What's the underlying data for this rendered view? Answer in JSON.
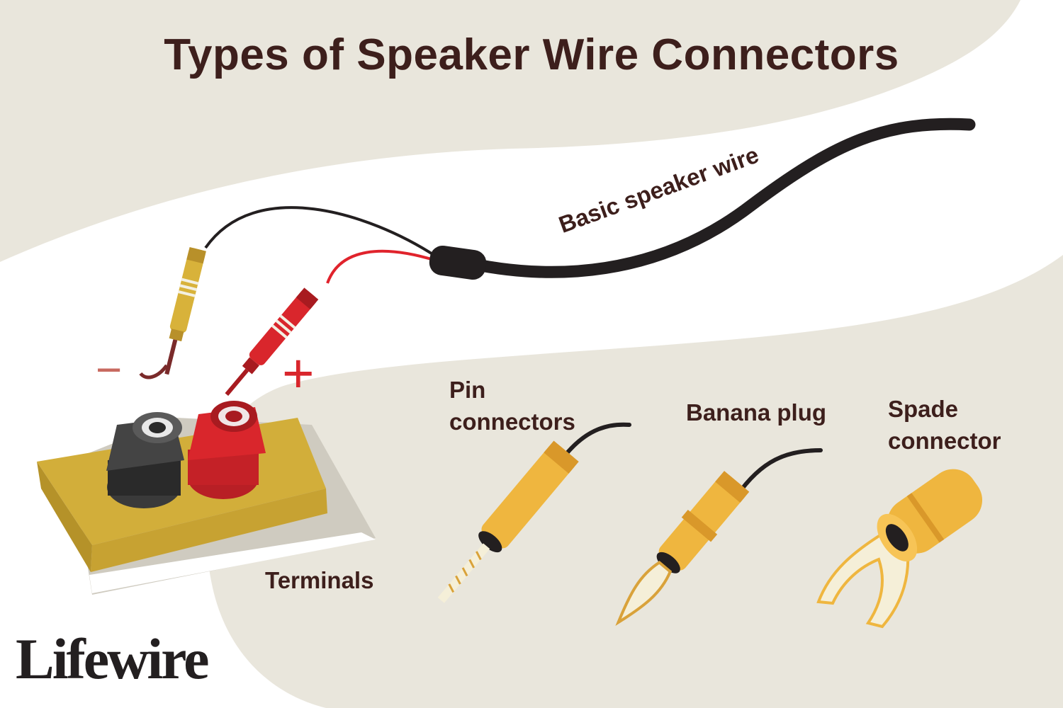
{
  "title": "Types of Speaker Wire Connectors",
  "labels": {
    "wire": "Basic speaker wire",
    "pin": [
      "Pin",
      "connectors"
    ],
    "banana": "Banana plug",
    "spade": [
      "Spade",
      "connector"
    ],
    "terminals": "Terminals",
    "minus": "−",
    "plus": "+"
  },
  "logo": "Lifewire",
  "colors": {
    "background": "#e9e6dc",
    "band": "#ffffff",
    "text": "#3d1f1c",
    "wire": "#231f20",
    "red": "#d9262c",
    "gold": "#d8b23a",
    "yellow": "#efb63f",
    "base": "#d0ac36"
  },
  "icons": [
    "pin-connector-icon",
    "banana-plug-icon",
    "spade-connector-icon",
    "terminals-icon"
  ]
}
